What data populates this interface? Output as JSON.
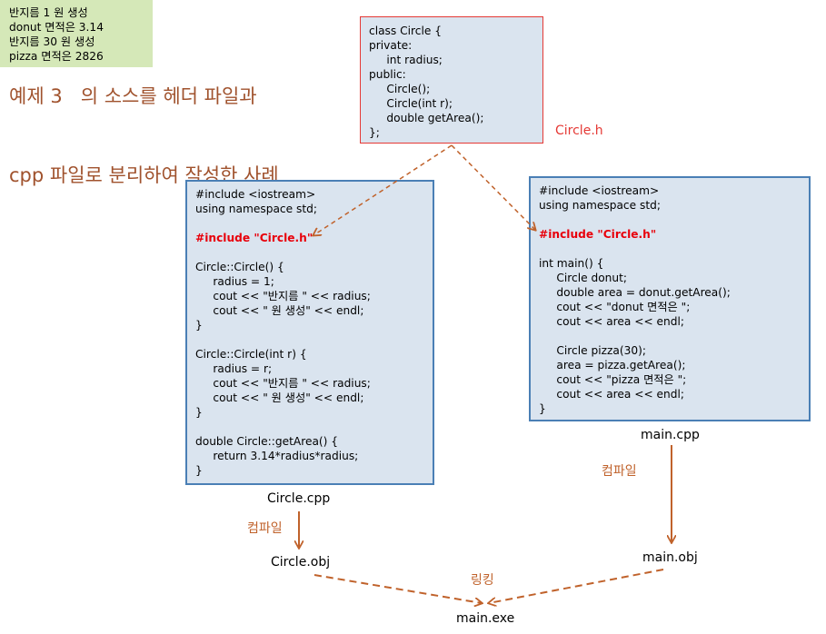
{
  "title": {
    "line1": "예제 3   의 소스를 헤더 파일과",
    "line2": "cpp 파일로 분리하여 작성한 사례"
  },
  "header_file": {
    "name": "Circle.h",
    "lines": [
      "class Circle {",
      "private:",
      "     int radius;",
      "public:",
      "     Circle();",
      "     Circle(int r);",
      "     double getArea();",
      "};"
    ]
  },
  "circle_cpp": {
    "name": "Circle.cpp",
    "lines": [
      {
        "text": "#include <iostream>",
        "highlight": false
      },
      {
        "text": "using namespace std;",
        "highlight": false
      },
      {
        "text": "",
        "highlight": false
      },
      {
        "text": "#include \"Circle.h\"",
        "highlight": true
      },
      {
        "text": "",
        "highlight": false
      },
      {
        "text": "Circle::Circle() {",
        "highlight": false
      },
      {
        "text": "     radius = 1;",
        "highlight": false
      },
      {
        "text": "     cout << \"반지름 \" << radius;",
        "highlight": false
      },
      {
        "text": "     cout << \" 원 생성\" << endl;",
        "highlight": false
      },
      {
        "text": "}",
        "highlight": false
      },
      {
        "text": "",
        "highlight": false
      },
      {
        "text": "Circle::Circle(int r) {",
        "highlight": false
      },
      {
        "text": "     radius = r;",
        "highlight": false
      },
      {
        "text": "     cout << \"반지름 \" << radius;",
        "highlight": false
      },
      {
        "text": "     cout << \" 원 생성\" << endl;",
        "highlight": false
      },
      {
        "text": "}",
        "highlight": false
      },
      {
        "text": "",
        "highlight": false
      },
      {
        "text": "double Circle::getArea() {",
        "highlight": false
      },
      {
        "text": "     return 3.14*radius*radius;",
        "highlight": false
      },
      {
        "text": "}",
        "highlight": false
      }
    ]
  },
  "main_cpp": {
    "name": "main.cpp",
    "lines": [
      {
        "text": "#include <iostream>",
        "highlight": false
      },
      {
        "text": "using namespace std;",
        "highlight": false
      },
      {
        "text": "",
        "highlight": false
      },
      {
        "text": "#include \"Circle.h\"",
        "highlight": true
      },
      {
        "text": "",
        "highlight": false
      },
      {
        "text": "int main() {",
        "highlight": false
      },
      {
        "text": "     Circle donut;",
        "highlight": false
      },
      {
        "text": "     double area = donut.getArea();",
        "highlight": false
      },
      {
        "text": "     cout << \"donut 면적은 \";",
        "highlight": false
      },
      {
        "text": "     cout << area << endl;",
        "highlight": false
      },
      {
        "text": "",
        "highlight": false
      },
      {
        "text": "     Circle pizza(30);",
        "highlight": false
      },
      {
        "text": "     area = pizza.getArea();",
        "highlight": false
      },
      {
        "text": "     cout << \"pizza 면적은 \";",
        "highlight": false
      },
      {
        "text": "     cout << area << endl;",
        "highlight": false
      },
      {
        "text": "}",
        "highlight": false
      }
    ]
  },
  "output": {
    "lines": [
      "반지름 1 원 생성",
      "donut 면적은 3.14",
      "반지름 30 원 생성",
      "pizza 면적은 2826"
    ]
  },
  "build": {
    "compile_label": "컴파일",
    "link_label": "링킹",
    "circle_obj": "Circle.obj",
    "main_obj": "main.obj",
    "main_exe": "main.exe"
  },
  "colors": {
    "code_bg": "#dae4ef",
    "code_border": "#4a7fb5",
    "header_border": "#e53935",
    "highlight_text": "#e8000b",
    "output_bg": "#d5e8b8",
    "arrow": "#c0622b",
    "title_text": "#a0522d"
  }
}
